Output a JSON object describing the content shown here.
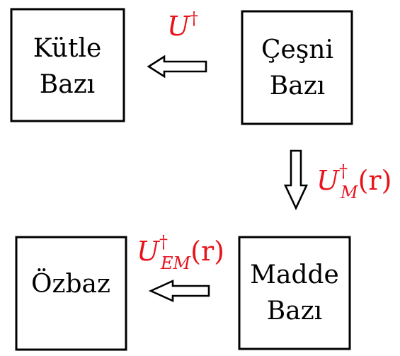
{
  "boxes": {
    "mass": {
      "line1": "Kütle",
      "line2": "Bazı"
    },
    "flavor": {
      "line1": "Çeşni",
      "line2": "Bazı"
    },
    "matter": {
      "line1": "Madde",
      "line2": "Bazı"
    },
    "eigen": {
      "line1": "Özbaz"
    }
  },
  "operators": {
    "flavor_to_mass": {
      "symbol": "U",
      "sup": "†",
      "sub": "",
      "arg": ""
    },
    "flavor_to_matter": {
      "symbol": "U",
      "sup": "†",
      "sub": "M",
      "arg": "(r)"
    },
    "matter_to_eigen": {
      "symbol": "U",
      "sup": "†",
      "sub": "EM",
      "arg": "(r)"
    }
  },
  "colors": {
    "operator": "#e8141c",
    "box": "#000000"
  }
}
